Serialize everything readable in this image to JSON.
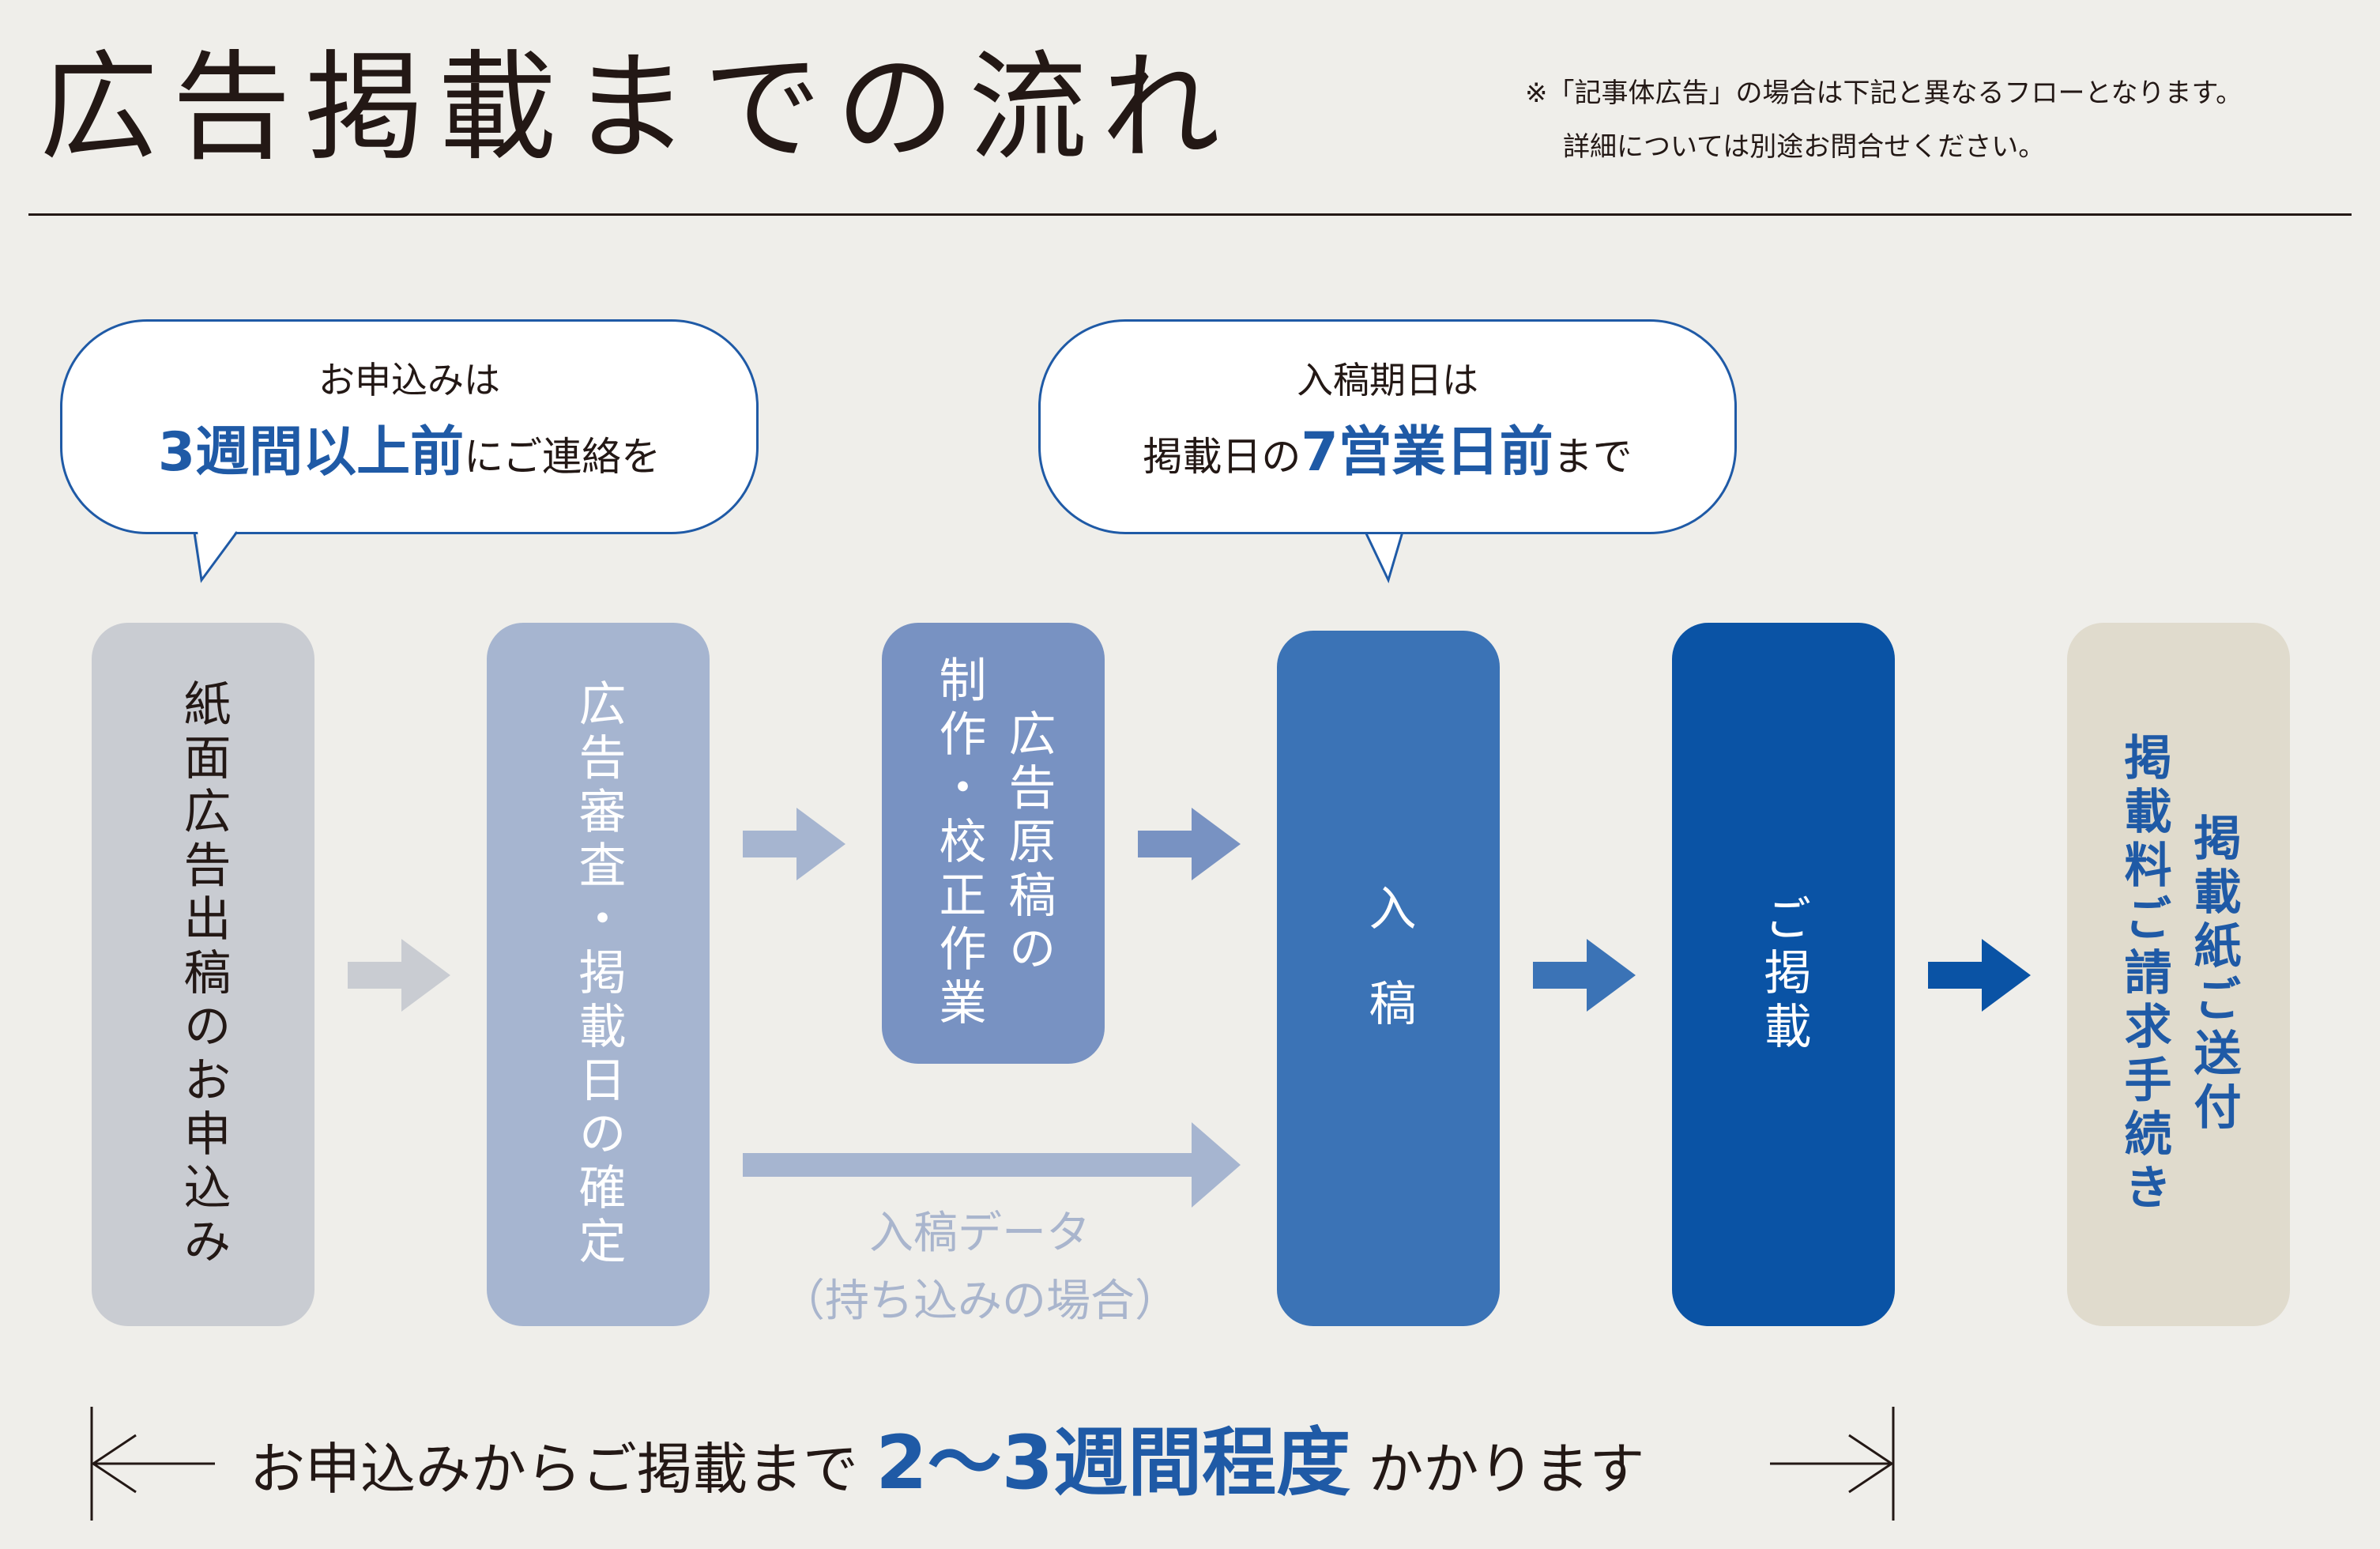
{
  "header": {
    "title": "広告掲載までの流れ",
    "note_line1": "※「記事体広告」の場合は下記と異なるフローとなります。",
    "note_line2": "詳細については別途お問合せください。"
  },
  "bubbles": [
    {
      "line1": "お申込みは",
      "line2_pre": "",
      "line2_em": "3週間以上前",
      "line2_post": "にご連絡を"
    },
    {
      "line1": "入稿期日は",
      "line2_pre": "掲載日の",
      "line2_em": "7営業日前",
      "line2_post": "まで"
    }
  ],
  "steps": [
    {
      "lines": [
        "紙面広告出稿のお申込み"
      ],
      "bg": "#c9ccd2",
      "fg": "#231815"
    },
    {
      "lines": [
        "広告審査・掲載日の確定"
      ],
      "bg": "#a6b5d0",
      "fg": "#ffffff"
    },
    {
      "lines": [
        "広告原稿の",
        "制作・校正作業"
      ],
      "bg": "#7892c2",
      "fg": "#ffffff"
    },
    {
      "lines": [
        "入",
        "稿"
      ],
      "bg": "#3b73b6",
      "fg": "#ffffff"
    },
    {
      "lines": [
        "ご掲載"
      ],
      "bg": "#0a53a5",
      "fg": "#ffffff"
    },
    {
      "lines": [
        "掲載紙ご送付",
        "掲載料ご請求手続き"
      ],
      "bg": "#e0dbcd",
      "fg": "#1f5aa6"
    }
  ],
  "data_submission": {
    "line1": "入稿データ",
    "line2": "（持ち込みの場合）"
  },
  "duration": {
    "pre": "お申込みからご掲載まで",
    "em": "2〜3週間程度",
    "post": "かかります"
  },
  "colors": {
    "accent": "#1f5aa6",
    "arrow1": "#c9ccd2",
    "arrow2": "#a6b5d0",
    "arrow3": "#7892c2",
    "arrow4": "#3b73b6",
    "arrow5": "#0a53a5"
  }
}
